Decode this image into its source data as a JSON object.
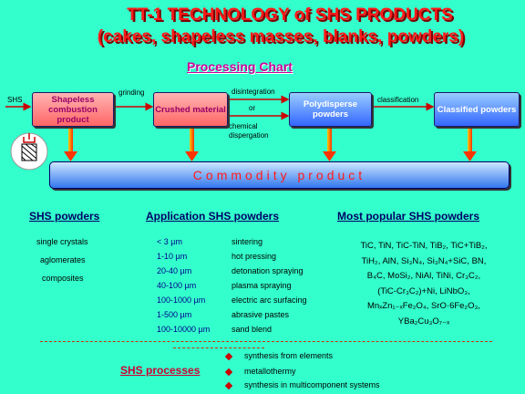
{
  "title": {
    "line1": "TT-1   TECHNOLOGY of SHS PRODUCTS",
    "line2": "(cakes, shapeless masses, blanks, powders)"
  },
  "chart_title": "Processing Chart",
  "flow": {
    "input_label": "SHS",
    "boxes": [
      "Shapeless combustion product",
      "Crushed material",
      "Polydisperse powders",
      "Classified powders"
    ],
    "arrows": {
      "grinding": "grinding",
      "disintegration": "disintegration",
      "or": "or",
      "chemical": "chemical dispergation",
      "classification": "classification"
    },
    "commodity": "Commodity product"
  },
  "shs_powders": {
    "heading": "SHS powders",
    "items": [
      "single crystals",
      "aglomerates",
      "composites"
    ]
  },
  "application": {
    "heading": "Application SHS powders",
    "rows": [
      {
        "size": "< 3 µm",
        "use": "sintering"
      },
      {
        "size": "1-10 µm",
        "use": "hot pressing"
      },
      {
        "size": "20-40 µm",
        "use": "detonation spraying"
      },
      {
        "size": "40-100 µm",
        "use": "plasma spraying"
      },
      {
        "size": "100-1000 µm",
        "use": "electric arc surfacing"
      },
      {
        "size": "1-500 µm",
        "use": "abrasive pastes"
      },
      {
        "size": "100-10000 µm",
        "use": "sand blend"
      }
    ]
  },
  "popular": {
    "heading": "Most popular SHS powders",
    "lines": [
      "TiC, TiN, TiC-TiN, TiB₂, TiC+TiB₂,",
      "TiH₂, AlN, Si₃N₄, Si₃N₄+SiC, BN,",
      "B₄C, MoSi₂, NiAl, TiNi, Cr₃C₂,",
      "(TiC-Cr₃C₂)+Ni, LiNbO₃,",
      "MnₓZn₁₋ₓFe₂O₄, SrO·6Fe₂O₃,",
      "YBa₂Cu₃O₇₋ₓ"
    ]
  },
  "processes": {
    "heading": "SHS processes",
    "items": [
      "synthesis from elements",
      "metallothermy",
      "synthesis in multicomponent systems"
    ]
  },
  "colors": {
    "background": "#33ffcc",
    "title": "#ff1a1a",
    "arrow": "#ff3300"
  }
}
